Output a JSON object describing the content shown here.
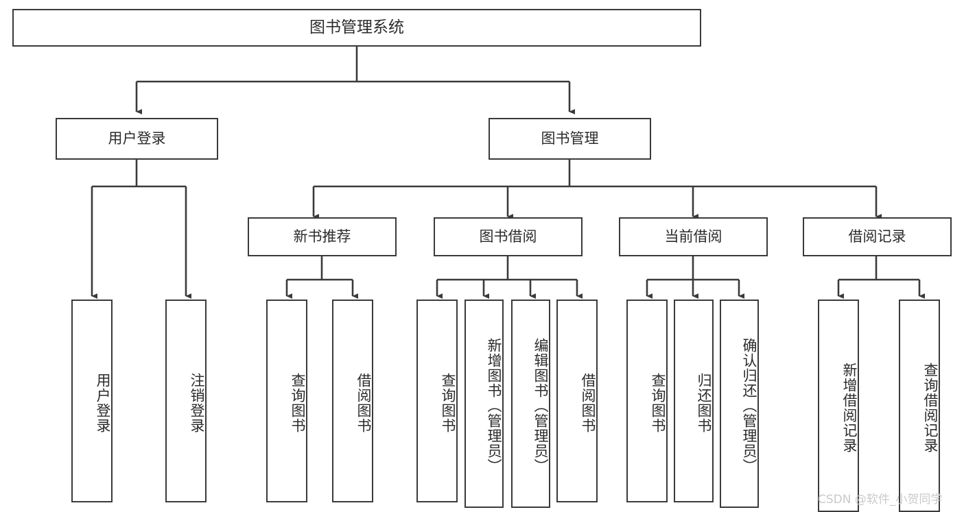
{
  "diagram": {
    "title": "图书管理系统",
    "type": "tree-hierarchy-diagram",
    "background_color": "#ffffff",
    "stroke_color": "#3a3a3a",
    "text_color": "#2b2b2b"
  },
  "root": {
    "label": "图书管理系统"
  },
  "level2": [
    {
      "label": "用户登录"
    },
    {
      "label": "图书管理"
    }
  ],
  "level3": [
    {
      "label": "新书推荐"
    },
    {
      "label": "图书借阅"
    },
    {
      "label": "当前借阅"
    },
    {
      "label": "借阅记录"
    }
  ],
  "leaves": {
    "user_login": [
      {
        "label": "用户登录"
      },
      {
        "label": "注销登录"
      }
    ],
    "new_book": [
      {
        "label": "查询图书"
      },
      {
        "label": "借阅图书"
      }
    ],
    "book_borrow": [
      {
        "label": "查询图书"
      },
      {
        "label": "新增图书（管理员）"
      },
      {
        "label": "编辑图书（管理员）"
      },
      {
        "label": "借阅图书"
      }
    ],
    "current_borrow": [
      {
        "label": "查询图书"
      },
      {
        "label": "归还图书"
      },
      {
        "label": "确认归还（管理员）"
      }
    ],
    "borrow_record": [
      {
        "label": "新增借阅记录"
      },
      {
        "label": "查询借阅记录"
      }
    ]
  },
  "watermark": {
    "text": "CSDN @软件_小贺同学",
    "color": "#c9c9c9"
  }
}
